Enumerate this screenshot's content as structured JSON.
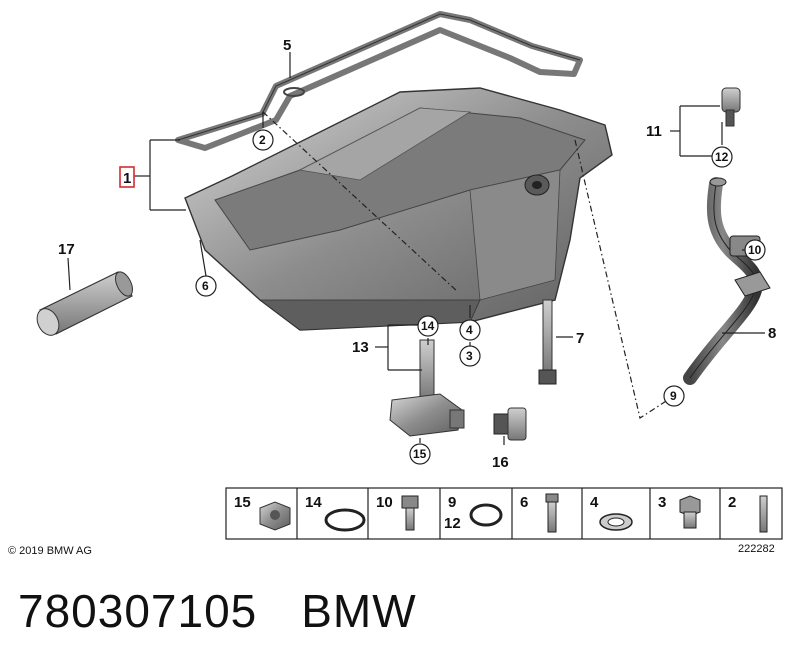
{
  "callouts": {
    "c1": "1",
    "c2": "2",
    "c3": "3",
    "c4": "4",
    "c5": "5",
    "c6": "6",
    "c7": "7",
    "c8": "8",
    "c9": "9",
    "c10": "10",
    "c11": "11",
    "c12": "12",
    "c13": "13",
    "c14": "14",
    "c15": "15",
    "c16": "16",
    "c17": "17"
  },
  "legend": [
    {
      "label": "15",
      "part": "nut"
    },
    {
      "label": "14",
      "part": "o-ring"
    },
    {
      "label": "10",
      "part": "bolt"
    },
    {
      "label": "9",
      "label2": "12",
      "part": "o-ring"
    },
    {
      "label": "6",
      "part": "screw"
    },
    {
      "label": "4",
      "part": "washer"
    },
    {
      "label": "3",
      "part": "plug"
    },
    {
      "label": "2",
      "part": "stud"
    }
  ],
  "copyright": "© 2019 BMW AG",
  "diagram_number": "222282",
  "part_number": "780307105",
  "brand": "BMW",
  "colors": {
    "highlight_box": "#d62b2b",
    "metal_dark": "#6f6f6f",
    "metal_light": "#bdbdbd"
  }
}
